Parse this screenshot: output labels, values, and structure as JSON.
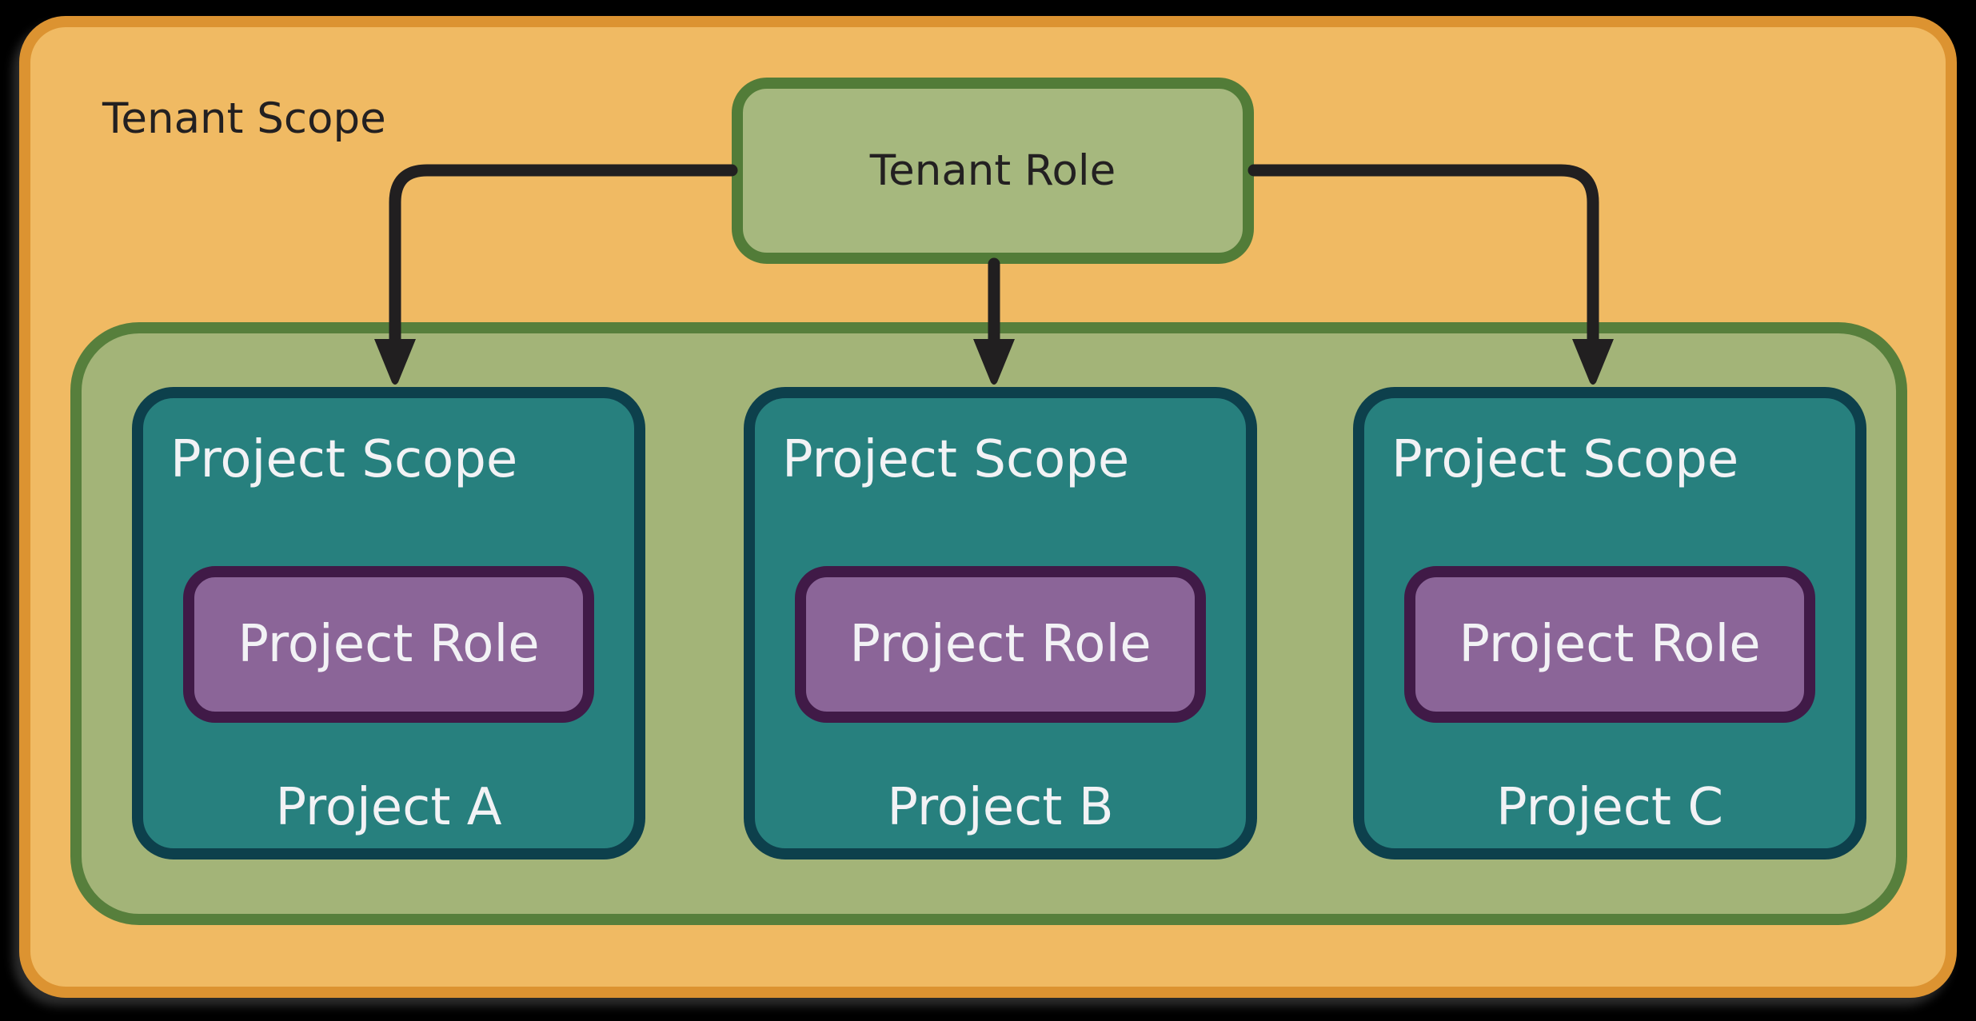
{
  "tenant_scope": {
    "label": "Tenant Scope"
  },
  "tenant_role": {
    "label": "Tenant Role"
  },
  "projects": [
    {
      "scope_label": "Project Scope",
      "role_label": "Project Role",
      "name": "Project A"
    },
    {
      "scope_label": "Project Scope",
      "role_label": "Project Role",
      "name": "Project B"
    },
    {
      "scope_label": "Project Scope",
      "role_label": "Project Role",
      "name": "Project C"
    }
  ],
  "arrows": {
    "color": "#211f20",
    "description": "Tenant Role points to each Project Scope"
  },
  "colors": {
    "canvas-bg": "#000000",
    "orange-fill": "#f0ba63",
    "orange-border": "#dc9331",
    "green-fill": "#a3b478",
    "green-border": "#577f3c",
    "tenantrole-fill": "#a6b87e",
    "tenantrole-border": "#527c38",
    "teal-fill": "#27807e",
    "teal-border": "#0d404c",
    "purple-fill": "#8b6598",
    "purple-border": "#401a47",
    "arrow": "#211f20",
    "dark-text": "#232021",
    "light-text": "#f2f2f5"
  }
}
